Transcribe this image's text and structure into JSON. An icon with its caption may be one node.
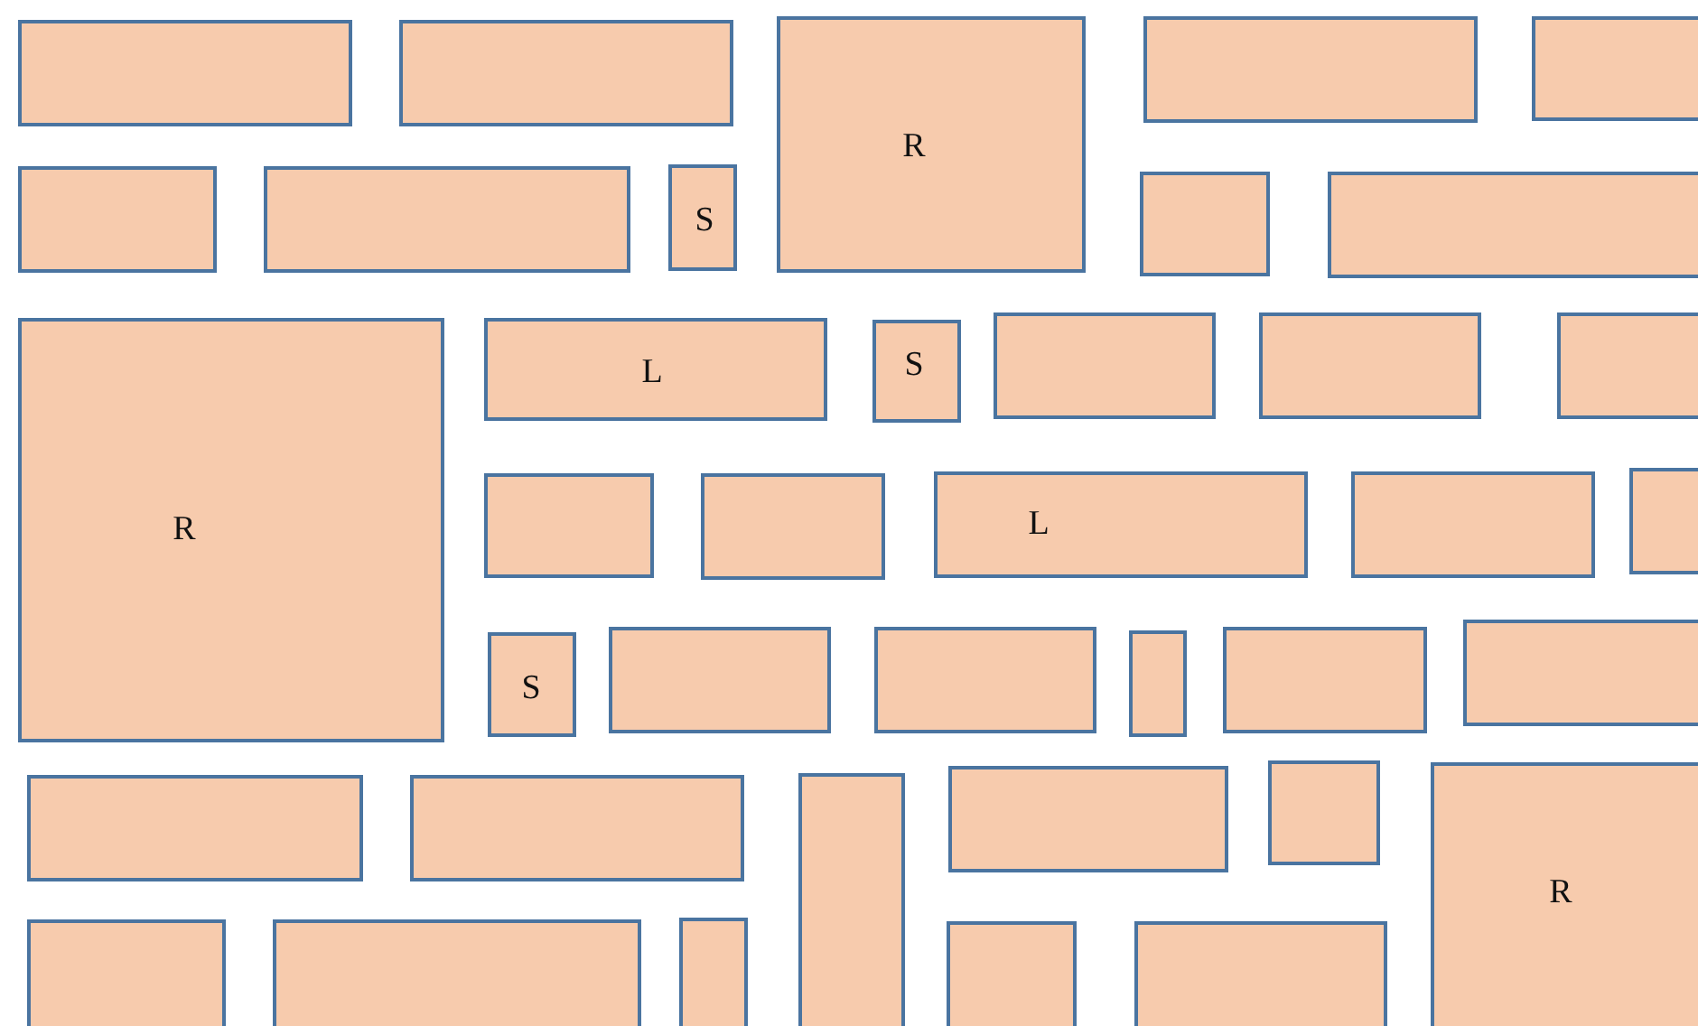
{
  "diagram": {
    "nodes": [
      {
        "text": [],
        "shape": "box"
      },
      {
        "text": [],
        "shape": "box"
      },
      {
        "text": [
          "R"
        ]
      },
      {
        "text": [],
        "shape": "box"
      },
      {
        "text": [],
        "shape": "box"
      },
      {
        "text": [],
        "shape": "box"
      },
      {
        "text": [],
        "shape": "box"
      },
      {
        "text": [
          "S"
        ]
      },
      {
        "text": [],
        "shape": "box"
      },
      {
        "text": [],
        "shape": "box"
      },
      {
        "text": [
          "R"
        ]
      },
      {
        "text": [
          "L"
        ]
      },
      {
        "text": [
          "S"
        ]
      },
      {
        "text": [],
        "shape": "box"
      },
      {
        "text": [],
        "shape": "box"
      },
      {
        "text": [],
        "shape": "box"
      },
      {
        "text": [],
        "shape": "box"
      },
      {
        "text": [],
        "shape": "box"
      },
      {
        "text": [
          "L"
        ]
      },
      {
        "text": [],
        "shape": "box"
      },
      {
        "text": [],
        "shape": "box"
      },
      {
        "text": [
          "S"
        ]
      },
      {
        "text": [],
        "shape": "box"
      },
      {
        "text": [],
        "shape": "box"
      },
      {
        "text": [],
        "shape": "box"
      },
      {
        "text": [],
        "shape": "box"
      },
      {
        "text": [],
        "shape": "box"
      },
      {
        "text": [],
        "shape": "box"
      },
      {
        "text": [],
        "shape": "box"
      },
      {
        "text": [],
        "shape": "box"
      },
      {
        "text": [],
        "shape": "box"
      },
      {
        "text": [],
        "shape": "box"
      },
      {
        "text": [
          "R"
        ]
      },
      {
        "text": [],
        "shape": "box"
      },
      {
        "text": [],
        "shape": "box"
      },
      {
        "text": [],
        "shape": "box"
      },
      {
        "text": [],
        "shape": "box"
      },
      {
        "text": [],
        "shape": "box"
      }
    ]
  }
}
